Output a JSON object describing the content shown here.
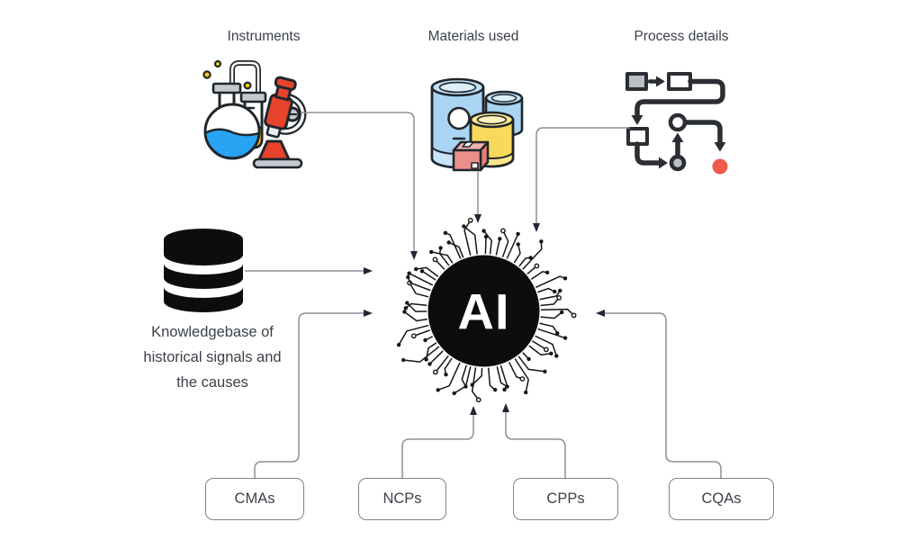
{
  "colors": {
    "bg": "#ffffff",
    "text": "#3b4149",
    "line": "#8a9097",
    "arrow": "#1f2733",
    "box-border": "#7d848c",
    "box-bg": "#ffffff",
    "black": "#0d0d0d",
    "red": "#f15b4e",
    "microscope-red": "#e8432c",
    "liquid-blue": "#29a3f4",
    "light-blue": "#a9d5f2",
    "yellow": "#f9d95c",
    "amber": "#ffc816",
    "gray-fill": "#bcc2c7"
  },
  "sections": {
    "instruments": {
      "label": "Instruments",
      "icon": "lab-instruments-icon"
    },
    "materials": {
      "label": "Materials used",
      "icon": "material-jars-icon"
    },
    "process": {
      "label": "Process details",
      "icon": "flowchart-icon"
    },
    "knowledgebase": {
      "icon": "database-icon",
      "caption_lines": [
        "Knowledgebase of",
        "historical signals and",
        "the causes"
      ]
    }
  },
  "center": {
    "label": "AI",
    "icon": "ai-circuit-chip-icon"
  },
  "output_boxes": [
    {
      "label": "CMAs"
    },
    {
      "label": "NCPs"
    },
    {
      "label": "CPPs"
    },
    {
      "label": "CQAs"
    }
  ]
}
